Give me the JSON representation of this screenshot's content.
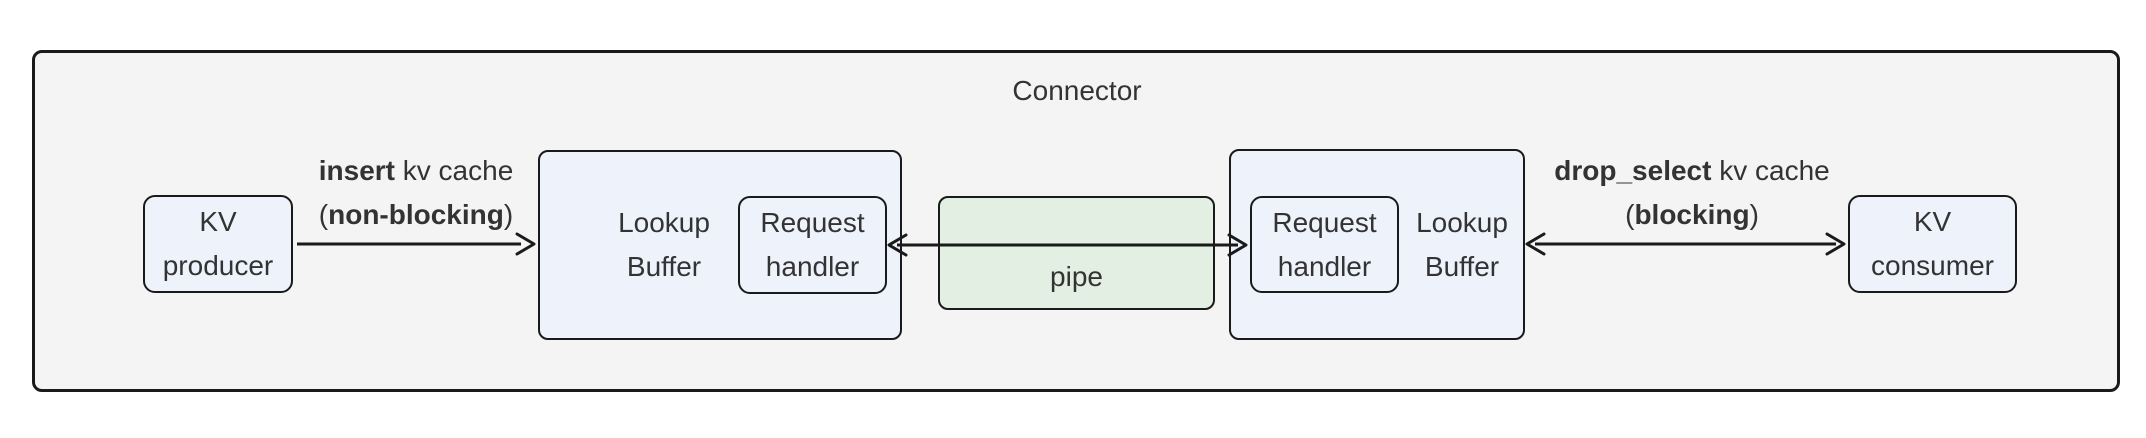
{
  "diagram": {
    "title": "Connector",
    "nodes": {
      "kv_producer": {
        "lines": [
          "KV",
          "producer"
        ]
      },
      "lookup_buffer_left": {
        "lines": [
          "Lookup",
          "Buffer"
        ]
      },
      "request_handler_left": {
        "lines": [
          "Request",
          "handler"
        ]
      },
      "pipe": {
        "label": "pipe"
      },
      "request_handler_right": {
        "lines": [
          "Request",
          "handler"
        ]
      },
      "lookup_buffer_right": {
        "lines": [
          "Lookup",
          "Buffer"
        ]
      },
      "kv_consumer": {
        "lines": [
          "KV",
          "consumer"
        ]
      }
    },
    "edge_labels": {
      "insert": {
        "method": "insert",
        "suffix": " kv cache",
        "open_paren": "(",
        "mode": "non-blocking",
        "close_paren": ")"
      },
      "drop_select": {
        "method": "drop_select",
        "suffix": " kv cache",
        "open_paren": "(",
        "mode": "blocking",
        "close_paren": ")"
      }
    },
    "colors": {
      "canvas_bg": "#ffffff",
      "container_fill": "#f4f4f4",
      "node_fill": "#eef2fb",
      "pipe_fill": "#e2efe2",
      "border": "#1a1a1a",
      "text": "#333333"
    }
  }
}
